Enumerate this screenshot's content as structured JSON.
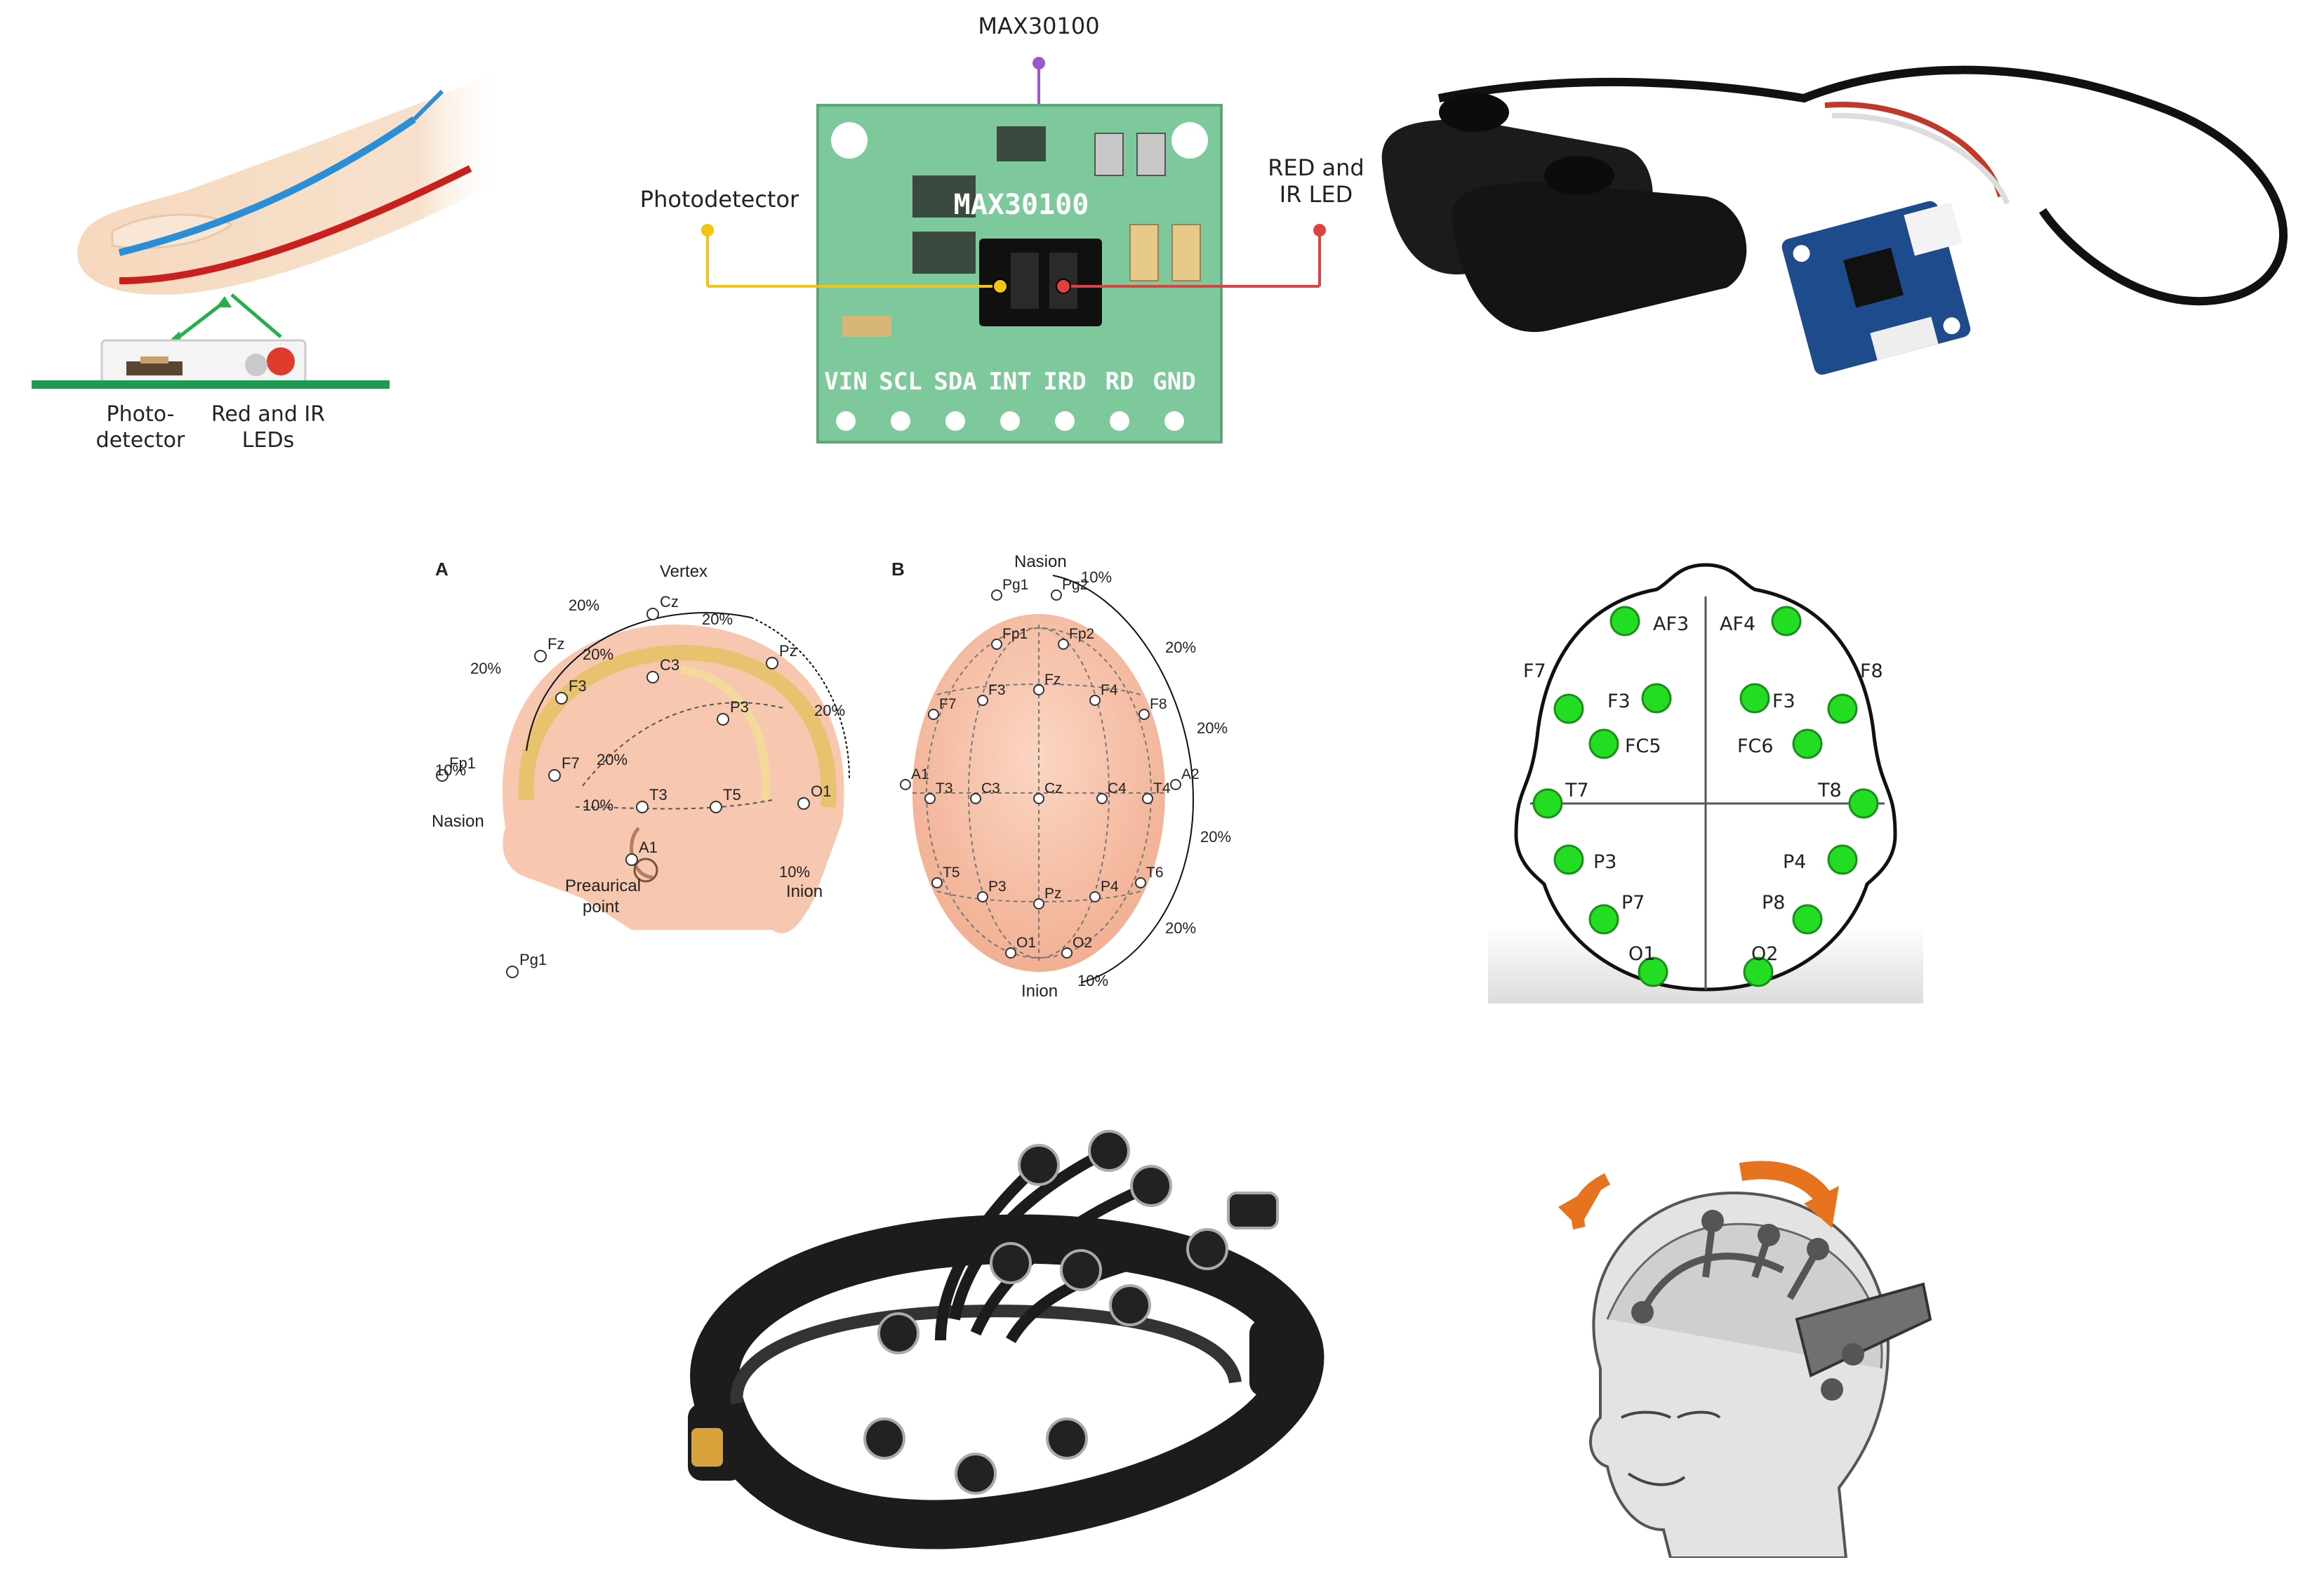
{
  "ppg_finger": {
    "photodetector_label_1": "Photo-",
    "photodetector_label_2": "detector",
    "leds_label_1": "Red and IR",
    "leds_label_2": "LEDs"
  },
  "max30100": {
    "title": "MAX30100",
    "chip_text": "MAX30100",
    "photodetector_label": "Photodetector",
    "led_label_1": "RED and",
    "led_label_2": "IR LED",
    "pins": [
      "VIN",
      "SCL",
      "SDA",
      "INT",
      "IRD",
      "RD",
      "GND"
    ]
  },
  "eeg_1020": {
    "panel_a": {
      "letter": "A",
      "vertex": "Vertex",
      "nasion": "Nasion",
      "inion": "Inion",
      "preauricular_1": "Preaurical",
      "preauricular_2": "point",
      "percents": [
        "20%",
        "20%",
        "20%",
        "20%",
        "20%",
        "20%",
        "10%",
        "10%",
        "10%"
      ],
      "electrodes": [
        "Fz",
        "Cz",
        "Pz",
        "Fp1",
        "F3",
        "C3",
        "P3",
        "F7",
        "T3",
        "T5",
        "O1",
        "A1",
        "Pg1"
      ]
    },
    "panel_b": {
      "letter": "B",
      "nasion": "Nasion",
      "inion": "Inion",
      "percents": [
        "10%",
        "20%",
        "20%",
        "20%",
        "20%",
        "10%"
      ],
      "electrodes": [
        "Pg1",
        "Pg2",
        "Fp1",
        "Fp2",
        "F7",
        "F3",
        "Fz",
        "F4",
        "F8",
        "A1",
        "T3",
        "C3",
        "Cz",
        "C4",
        "T4",
        "A2",
        "T5",
        "P3",
        "Pz",
        "P4",
        "T6",
        "O1",
        "O2"
      ]
    }
  },
  "emotiv_map": {
    "accent_color": "#22dd22",
    "electrodes": [
      "AF3",
      "AF4",
      "F7",
      "F8",
      "F3",
      "F3",
      "FC5",
      "FC6",
      "T7",
      "T8",
      "P3",
      "P4",
      "P7",
      "P8",
      "O1",
      "O2"
    ]
  },
  "headset": {
    "icon": "eeg-headset-icon"
  },
  "head_wearing": {
    "icon": "head-with-headset-icon"
  }
}
